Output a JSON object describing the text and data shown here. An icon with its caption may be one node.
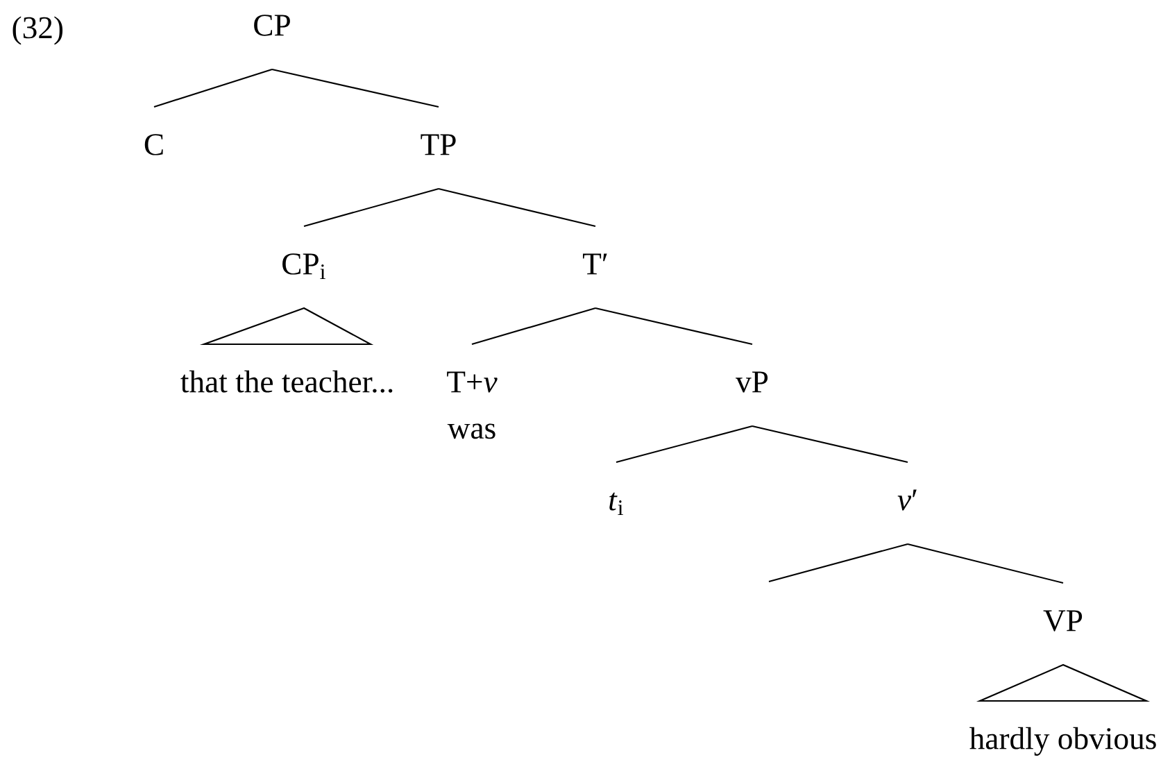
{
  "diagram": {
    "nodes": [
      {
        "text": [
          "CP"
        ]
      },
      {
        "text": [
          "C"
        ]
      },
      {
        "text": [
          "TP"
        ]
      },
      {
        "text": [
          "CP$_{i}$"
        ]
      },
      {
        "text": [
          "T′"
        ]
      },
      {
        "text": [
          "that the teacher..."
        ]
      },
      {
        "text": [
          "T+*v*",
          "was"
        ]
      },
      {
        "text": [
          "vP"
        ]
      },
      {
        "text": [
          "*t*$_{i}$"
        ]
      },
      {
        "text": [
          "*v*′"
        ]
      },
      {
        "text": [
          "VP"
        ]
      },
      {
        "text": [
          "hardly obvious"
        ]
      }
    ],
    "edges": [
      {
        "from": 0,
        "to": 1,
        "arrow": "none"
      },
      {
        "from": 0,
        "to": 2,
        "arrow": "none"
      },
      {
        "from": 2,
        "to": 3,
        "arrow": "none"
      },
      {
        "from": 2,
        "to": 4,
        "arrow": "none"
      },
      {
        "from": 3,
        "to": 5,
        "arrow": "none"
      },
      {
        "from": 4,
        "to": 6,
        "arrow": "none"
      },
      {
        "from": 4,
        "to": 7,
        "arrow": "none"
      },
      {
        "from": 7,
        "to": 8,
        "arrow": "none"
      },
      {
        "from": 7,
        "to": 9,
        "arrow": "none"
      },
      {
        "from": 9,
        "to": null,
        "arrow": "none"
      },
      {
        "from": 9,
        "to": 10,
        "arrow": "none"
      },
      {
        "from": 10,
        "to": 11,
        "arrow": "none"
      }
    ],
    "labels": [
      "(32)"
    ]
  }
}
